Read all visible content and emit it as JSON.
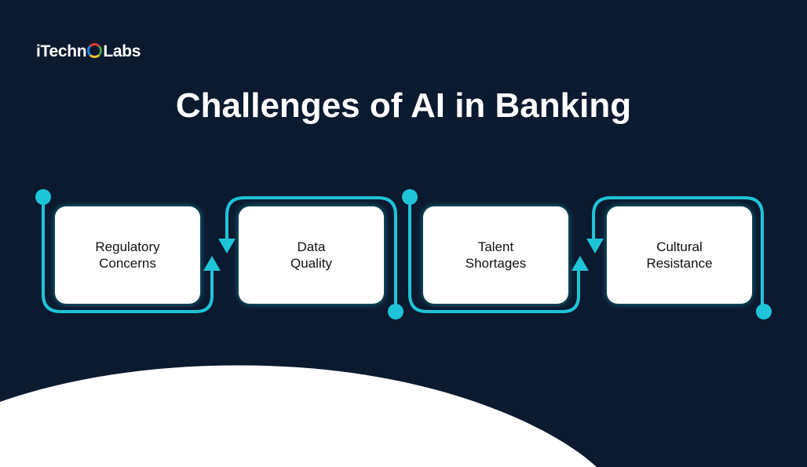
{
  "brand": {
    "logo_pre": "iTechn",
    "logo_post": "Labs"
  },
  "title": "Challenges of AI in Banking",
  "steps": [
    {
      "line1": "Regulatory",
      "line2": "Concerns"
    },
    {
      "line1": "Data",
      "line2": "Quality"
    },
    {
      "line1": "Talent",
      "line2": "Shortages"
    },
    {
      "line1": "Cultural",
      "line2": "Resistance"
    }
  ],
  "colors": {
    "background": "#0c1a2f",
    "accent": "#1ec4d8"
  }
}
